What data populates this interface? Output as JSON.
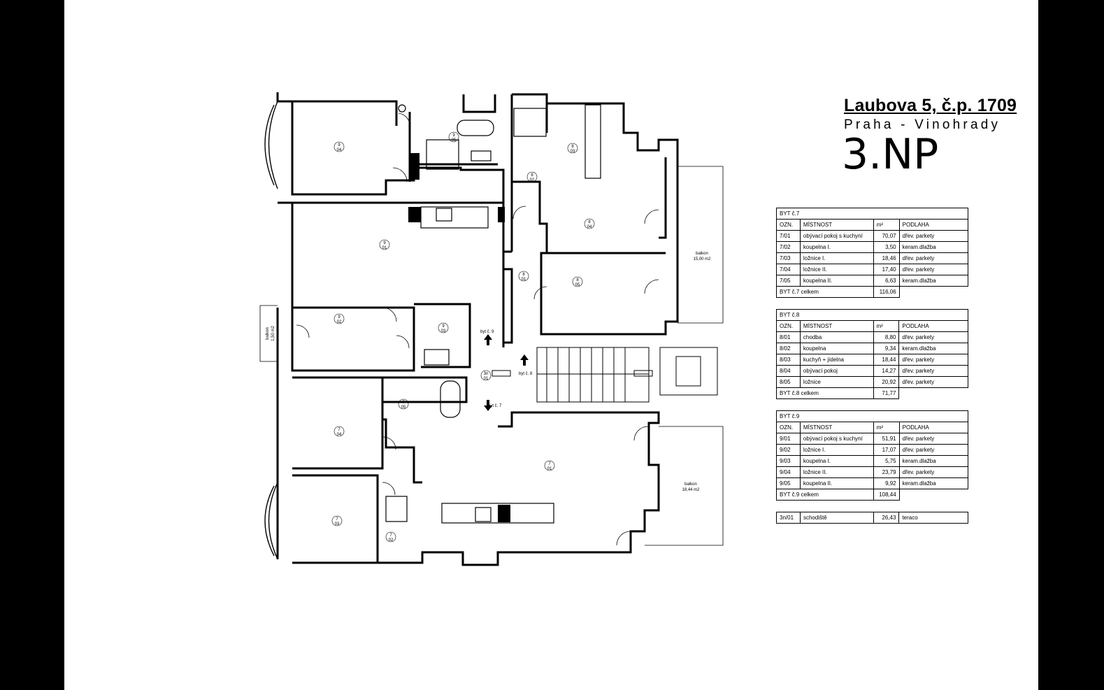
{
  "header": {
    "title": "Laubova 5, č.p. 1709",
    "subtitle": "Praha - Vinohrady",
    "floor": "3.NP"
  },
  "plan": {
    "rooms": [
      {
        "flat": "9",
        "room": "04"
      },
      {
        "flat": "9",
        "room": "05"
      },
      {
        "flat": "9",
        "room": "01"
      },
      {
        "flat": "9",
        "room": "02"
      },
      {
        "flat": "9",
        "room": "03"
      },
      {
        "flat": "8",
        "room": "03"
      },
      {
        "flat": "8",
        "room": "02"
      },
      {
        "flat": "8",
        "room": "04"
      },
      {
        "flat": "8",
        "room": "01"
      },
      {
        "flat": "8",
        "room": "05"
      },
      {
        "flat": "7",
        "room": "05"
      },
      {
        "flat": "7",
        "room": "04"
      },
      {
        "flat": "7",
        "room": "01"
      },
      {
        "flat": "7",
        "room": "03"
      },
      {
        "flat": "7",
        "room": "02"
      },
      {
        "flat": "3n",
        "room": "01"
      }
    ],
    "balconies": [
      {
        "name": "balkon",
        "area": "15,00 m2"
      },
      {
        "name": "balkon",
        "area": "18,44 m2"
      },
      {
        "name": "balkon",
        "area": "1,50 m2"
      }
    ],
    "entries": [
      "byt č. 9",
      "byt č. 8",
      "byt č. 7"
    ]
  },
  "tables": [
    {
      "name": "BYT č.7",
      "headers": [
        "OZN.",
        "MÍSTNOST",
        "m²",
        "PODLAHA"
      ],
      "rows": [
        [
          "7/01",
          "obývací pokoj s kuchyní",
          "70,07",
          "dřev. parkety"
        ],
        [
          "7/02",
          "koupelna I.",
          "3,50",
          "keram.dlažba"
        ],
        [
          "7/03",
          "ložnice I.",
          "18,46",
          "dřev. parkety"
        ],
        [
          "7/04",
          "ložnice II.",
          "17,40",
          "dřev. parkety"
        ],
        [
          "7/05",
          "koupelna II.",
          "6,63",
          "keram.dlažba"
        ]
      ],
      "total_label": "BYT č.7  celkem",
      "total": "116,06"
    },
    {
      "name": "BYT č.8",
      "headers": [
        "OZN.",
        "MÍSTNOST",
        "m²",
        "PODLAHA"
      ],
      "rows": [
        [
          "8/01",
          "chodba",
          "8,80",
          "dřev. parkety"
        ],
        [
          "8/02",
          "koupelna",
          "9,34",
          "keram.dlažba"
        ],
        [
          "8/03",
          "kuchyň + jídelna",
          "18,44",
          "dřev. parkety"
        ],
        [
          "8/04",
          "obývací pokoj",
          "14,27",
          "dřev. parkety"
        ],
        [
          "8/05",
          "ložnice",
          "20,92",
          "dřev. parkety"
        ]
      ],
      "total_label": "BYT č.8  celkem",
      "total": "71,77"
    },
    {
      "name": "BYT č.9",
      "headers": [
        "OZN.",
        "MÍSTNOST",
        "m²",
        "PODLAHA"
      ],
      "rows": [
        [
          "9/01",
          "obývací pokoj s kuchyní",
          "51,91",
          "dřev. parkety"
        ],
        [
          "9/02",
          "ložnice I.",
          "17,07",
          "dřev. parkety"
        ],
        [
          "9/03",
          "koupelna I.",
          "5,75",
          "keram.dlažba"
        ],
        [
          "9/04",
          "ložnice II.",
          "23,79",
          "dřev. parkety"
        ],
        [
          "9/05",
          "koupelna II.",
          "9,92",
          "keram.dlažba"
        ]
      ],
      "total_label": "BYT č.9  celkem",
      "total": "108,44"
    }
  ],
  "stair": [
    "3n/01",
    "schodiště",
    "26,43",
    "teraco"
  ]
}
